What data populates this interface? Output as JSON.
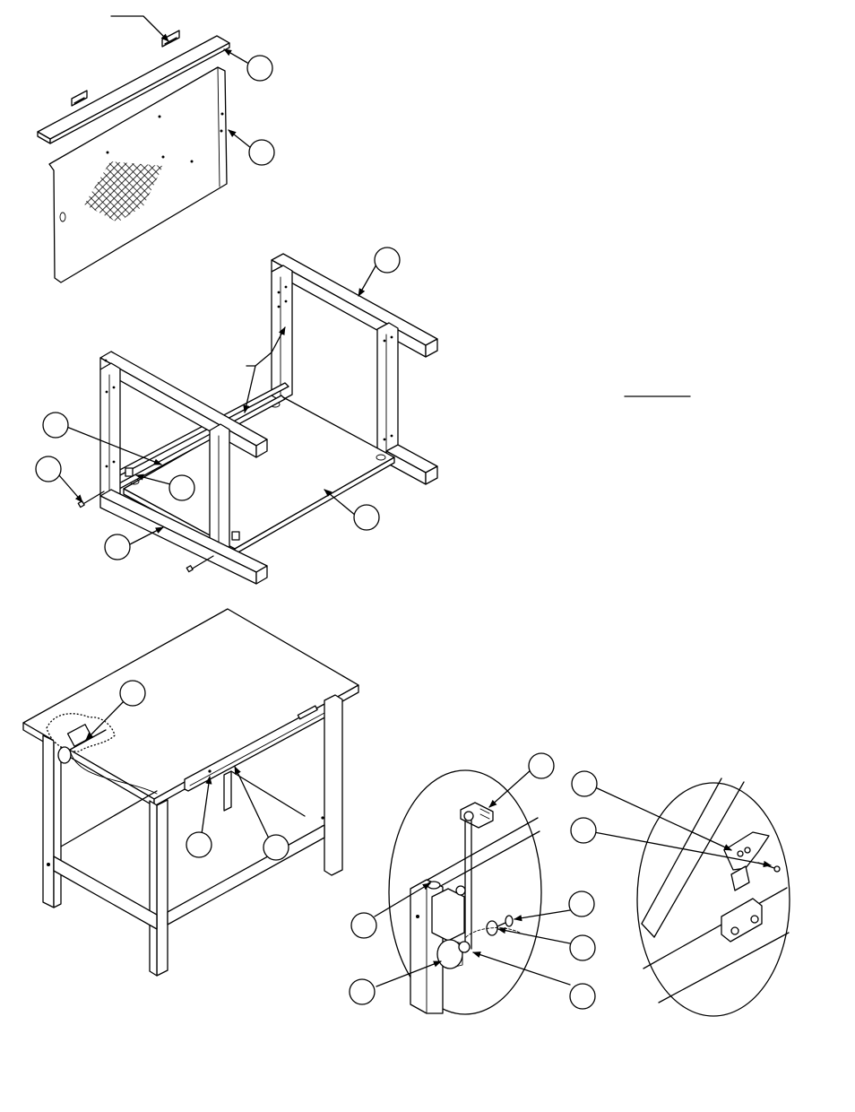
{
  "figure": {
    "title": "",
    "balloon_count": 19,
    "line_color": "#000000",
    "background": "#ffffff"
  },
  "views": [
    {
      "id": "backboard-exploded",
      "icons": [
        "hook-bracket-icon",
        "pegboard-panel-icon",
        "shelf-icon"
      ]
    },
    {
      "id": "frame-exploded",
      "icons": [
        "leg-frame-icon",
        "stringer-icon",
        "bolt-icon"
      ]
    },
    {
      "id": "assembled-bench",
      "icons": [
        "bench-top-icon",
        "vise-icon",
        "drawer-icon"
      ]
    },
    {
      "id": "detail-leveler",
      "icons": [
        "knob-icon",
        "rod-icon",
        "washer-icon"
      ]
    },
    {
      "id": "detail-bracket",
      "icons": [
        "bracket-icon",
        "screw-icon"
      ]
    }
  ]
}
